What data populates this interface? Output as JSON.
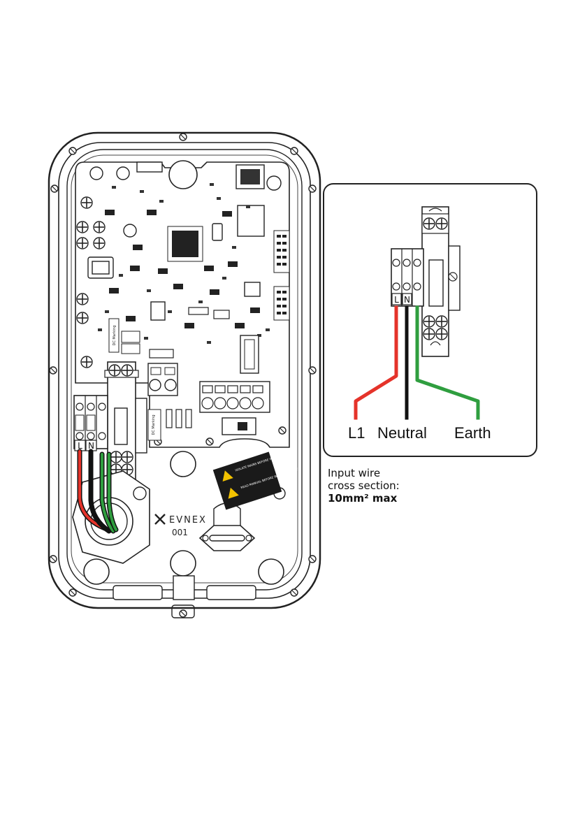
{
  "unit": {
    "brand": "EVNEX",
    "model_code": "001",
    "terminal_labels": [
      "L",
      "N"
    ],
    "dc_tag_text": "DC Marking",
    "warning_label": {
      "line1": "ISOLATE MAINS BEFORE WORKING ON UNIT",
      "line2": "READ MANUAL BEFORE INSTALLING UNIT"
    }
  },
  "inset": {
    "terminal_labels": [
      "L",
      "N"
    ],
    "wires": [
      {
        "label": "L1",
        "color": "#e5332a"
      },
      {
        "label": "Neutral",
        "color": "#111111"
      },
      {
        "label": "Earth",
        "color": "#2f9e3f"
      }
    ]
  },
  "note": {
    "line1": "Input wire",
    "line2": "cross section:",
    "line3": "10mm² max"
  },
  "colors": {
    "line": "#222222",
    "live": "#e5332a",
    "neutral": "#111111",
    "earth": "#2f9e3f"
  }
}
